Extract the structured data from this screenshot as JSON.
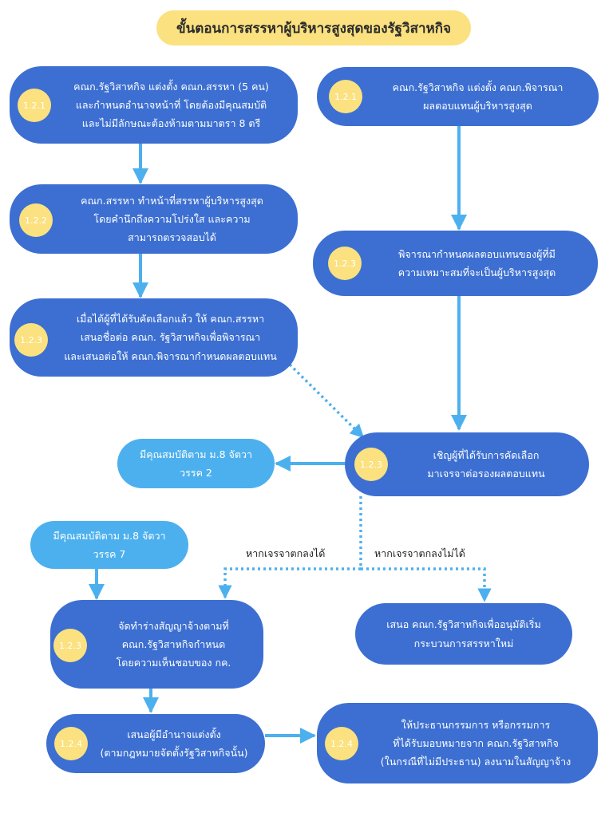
{
  "title": "ขั้นตอนการสรรหาผู้บริหารสูงสุดของรัฐวิสาหกิจ",
  "steps": {
    "appoint_committee": {
      "badge": "1.2.1",
      "lines": [
        "คณก.รัฐวิสาหกิจ แต่งตั้ง คณก.สรรหา (5 คน)",
        "และกำหนดอำนาจหน้าที่ โดยต้องมีคุณสมบัติ",
        "และไม่มีลักษณะต้องห้ามตามมาตรา 8 ตรี"
      ]
    },
    "appoint_compensation": {
      "badge": "1.2.1",
      "lines": [
        "คณก.รัฐวิสาหกิจ แต่งตั้ง คณก.พิจารณา",
        "ผลตอบแทนผู้บริหารสูงสุด"
      ]
    },
    "recruit": {
      "badge": "1.2.2",
      "lines": [
        "คณก.สรรหา ทำหน้าที่สรรหาผู้บริหารสูงสุด",
        "โดยคำนึกถึงความโปร่งใส และความ",
        "สามารถตรวจสอบได้"
      ]
    },
    "set_compensation": {
      "badge": "1.2.3",
      "lines": [
        "พิจารณากำหนดผลตอบแทนของผู้ที่มี",
        "ความเหมาะสมที่จะเป็นผู้บริหารสูงสุด"
      ]
    },
    "propose_name": {
      "badge": "1.2.3",
      "lines": [
        "เมื่อได้ผู้ที่ได้รับคัดเลือกแล้ว ให้ คณก.สรรหา",
        "เสนอชื่อต่อ คณก. รัฐวิสาหกิจเพื่อพิจารณา",
        "และเสนอต่อให้ คณก.พิจารณากำหนดผลตอบแทน"
      ]
    },
    "invite_negotiate": {
      "badge": "1.2.3",
      "lines": [
        "เชิญผู้ที่ได้รับการคัดเลือก",
        "มาเจรจาต่อรองผลตอบแทน"
      ]
    },
    "qualified_para2": {
      "lines": [
        "มีคุณสมบัติตาม ม.8 จัตวา",
        "วรรค 2"
      ]
    },
    "qualified_para7": {
      "lines": [
        "มีคุณสมบัติตาม ม.8 จัตวา",
        "วรรค 7"
      ]
    },
    "draft_contract": {
      "badge": "1.2.3",
      "lines": [
        "จัดทำร่างสัญญาจ้างตามที่",
        "คณก.รัฐวิสาหกิจกำหนด",
        "โดยความเห็นชอบของ กค."
      ]
    },
    "restart": {
      "lines": [
        "เสนอ คณก.รัฐวิสาหกิจเพื่ออนุมัติเริ่ม",
        "กระบวนการสรรหาใหม่"
      ]
    },
    "propose_appointer": {
      "badge": "1.2.4",
      "lines": [
        "เสนอผู้มีอำนาจแต่งตั้ง",
        "(ตามกฎหมายจัดตั้งรัฐวิสาหกิจนั้น)"
      ]
    },
    "sign_contract": {
      "badge": "1.2.4",
      "lines": [
        "ให้ประธานกรรมการ หรือกรรมการ",
        "ที่ได้รับมอบหมายจาก คณก.รัฐวิสาหกิจ",
        "(ในกรณีที่ไม่มีประธาน) ลงนามในสัญญาจ้าง"
      ]
    }
  },
  "labels": {
    "agreed": "หากเจรจาตกลงได้",
    "not_agreed": "หากเจรจาตกลงไม่ได้"
  },
  "colors": {
    "node": "#3c6fd1",
    "node_light": "#4db0ee",
    "badge": "#fbe17f",
    "title_bg": "#fbe17f",
    "arrow": "#4db0ee"
  }
}
